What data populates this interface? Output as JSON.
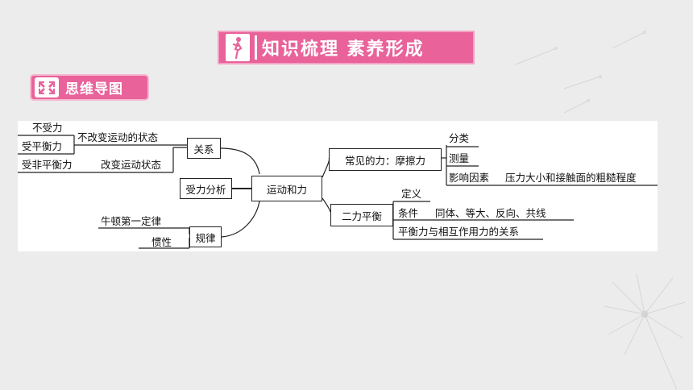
{
  "header": {
    "title": "知识梳理 素养形成"
  },
  "section_tag": {
    "label": "思维导图"
  },
  "mindmap": {
    "center": "运动和力",
    "left": {
      "relation": {
        "label": "关系",
        "no_force": "不受力",
        "balanced": "受平衡力",
        "unchanged_state": "不改变运动的状态",
        "unbalanced": "受非平衡力",
        "changed_state": "改变运动状态"
      },
      "analysis": {
        "label": "受力分析"
      },
      "law": {
        "label": "规律",
        "newton": "牛顿第一定律",
        "inertia": "惯性"
      }
    },
    "right": {
      "friction": {
        "label": "常见的力：摩擦力",
        "classify": "分类",
        "measure": "测量",
        "factors": "影响因素",
        "factors_detail": "压力大小和接触面的粗糙程度"
      },
      "balance": {
        "label": "二力平衡",
        "definition": "定义",
        "conditions": "条件",
        "conditions_detail": "同体、等大、反向、共线",
        "relation": "平衡力与相互作用力的关系"
      }
    }
  }
}
